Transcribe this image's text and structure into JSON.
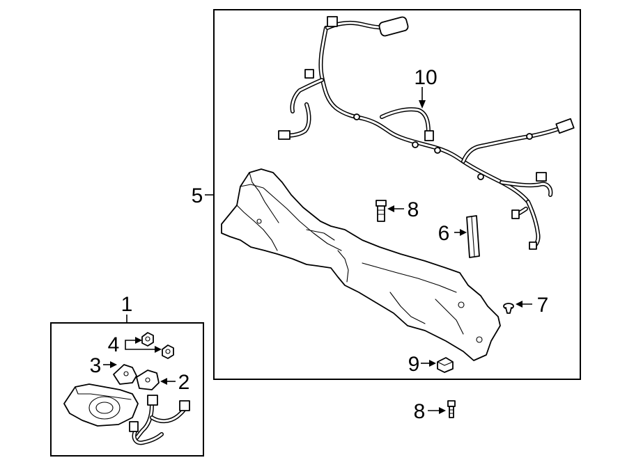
{
  "callouts": {
    "c1": "1",
    "c2": "2",
    "c3": "3",
    "c4": "4",
    "c5": "5",
    "c6": "6",
    "c7": "7",
    "c8a": "8",
    "c8b": "8",
    "c9": "9",
    "c10": "10"
  },
  "parts": {
    "fog_lamp_assembly": "fog-lamp-assembly",
    "bracket": "bracket",
    "bracket_3": "bracket",
    "nuts": "nut",
    "wiring_harness": "wiring-harness",
    "splash_shield": "splash-shield",
    "clip_6": "retainer-clip",
    "push_pin": "push-pin",
    "bolt": "bolt",
    "clip_9": "clip",
    "connector": "connector"
  }
}
